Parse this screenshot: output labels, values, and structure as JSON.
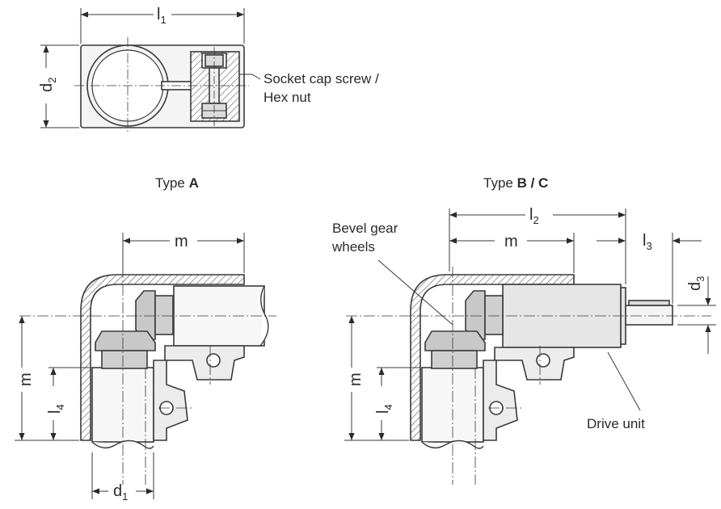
{
  "labels": {
    "l1": "l",
    "l1_sub": "1",
    "d2": "d",
    "d2_sub": "2",
    "socket_line1": "Socket cap screw /",
    "socket_line2": "Hex nut",
    "type_a_prefix": "Type ",
    "type_a_bold": "A",
    "type_bc_prefix": "Type ",
    "type_bc_bold": "B / C",
    "m_a_top": "m",
    "m_a_side": "m",
    "l4_a": "l",
    "l4_a_sub": "4",
    "d1": "d",
    "d1_sub": "1",
    "bevel_line1": "Bevel gear",
    "bevel_line2": "wheels",
    "l2": "l",
    "l2_sub": "2",
    "m_bc_top": "m",
    "l3": "l",
    "l3_sub": "3",
    "d3": "d",
    "d3_sub": "3",
    "m_bc_side": "m",
    "l4_bc": "l",
    "l4_bc_sub": "4",
    "drive_unit": "Drive unit"
  },
  "colors": {
    "line": "#3a3a3a",
    "body_fill": "#f4f4f4",
    "gear_fill": "#c8c8c8",
    "drive_fill": "#e6e6e6",
    "hatch": "#555555"
  }
}
